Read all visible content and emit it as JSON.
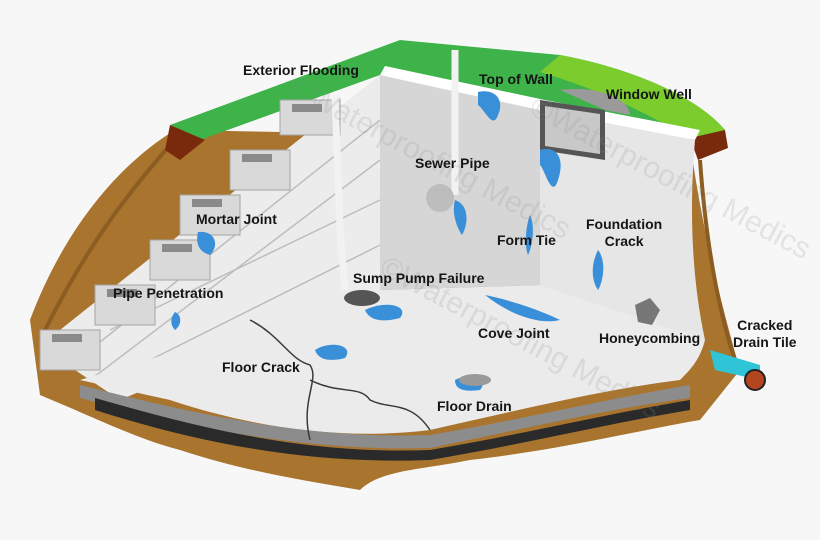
{
  "diagram": {
    "subject": "Basement water leak sources",
    "watermark": "©Waterproofing Medics",
    "labels": {
      "exterior_flooding": "Exterior Flooding",
      "top_of_wall": "Top of Wall",
      "window_well": "Window Well",
      "sewer_pipe": "Sewer Pipe",
      "mortar_joint": "Mortar Joint",
      "form_tie": "Form Tie",
      "foundation_crack_line1": "Foundation",
      "foundation_crack_line2": "Crack",
      "sump_pump_failure": "Sump Pump Failure",
      "pipe_penetration": "Pipe Penetration",
      "cove_joint": "Cove Joint",
      "honeycombing": "Honeycombing",
      "cracked_drain_tile_line1": "Cracked",
      "cracked_drain_tile_line2": "Drain Tile",
      "floor_crack": "Floor Crack",
      "floor_drain": "Floor Drain"
    },
    "colors": {
      "background": "#f7f7f7",
      "grass": "#3db34a",
      "grass_light": "#7ccc2e",
      "topsoil": "#7a2a0c",
      "soil": "#a8742e",
      "wall": "#e4e4e4",
      "wall_shade": "#cfcfcf",
      "floor": "#ebebeb",
      "gravel": "#2a2a2a",
      "water": "#3a8fd9",
      "drain_tile": "#b3461e",
      "drain_water": "#2fc4d6"
    }
  }
}
